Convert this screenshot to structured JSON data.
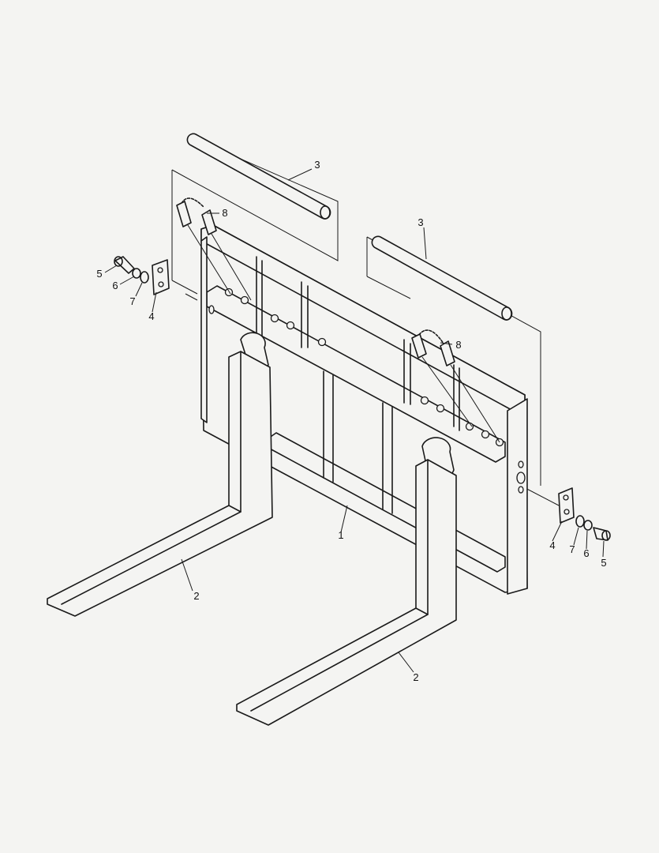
{
  "colors": {
    "background": "#f4f4f2",
    "line": "#1a1a1a",
    "text": "#111111"
  },
  "callouts": {
    "frame": "1",
    "fork_left": "2",
    "fork_right": "2",
    "pin_left": "3",
    "pin_right": "3",
    "plate_left": "4",
    "plate_right": "4",
    "bolt_left": "5",
    "bolt_right": "5",
    "washer_left": "6",
    "washer_right": "6",
    "lockwasher_left": "7",
    "lockwasher_right": "7",
    "chain_left": "8",
    "chain_right": "8"
  }
}
